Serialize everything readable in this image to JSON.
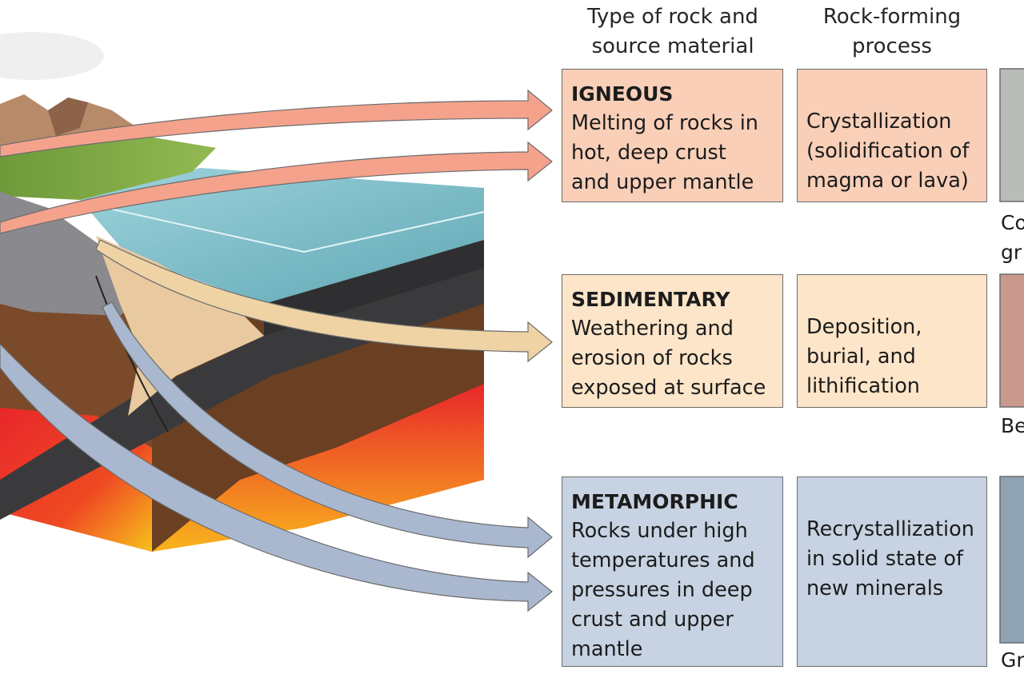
{
  "headers": {
    "type": [
      "Type of rock and",
      "source material"
    ],
    "process": [
      "Rock-forming",
      "process"
    ]
  },
  "rows": {
    "igneous": {
      "title": "IGNEOUS",
      "source": [
        "Melting of rocks in",
        "hot, deep crust",
        "and upper mantle"
      ],
      "process": [
        "Crystallization",
        "(solidification of",
        "magma or lava)"
      ],
      "caption": [
        "Co",
        "gr"
      ],
      "color": "#f9cfb8",
      "arrow_color": "#f4a28c"
    },
    "sedimentary": {
      "title": "SEDIMENTARY",
      "source": [
        "Weathering and",
        "erosion of rocks",
        "exposed at surface"
      ],
      "process": [
        "Deposition,",
        "burial, and",
        "lithification"
      ],
      "caption": [
        "Be"
      ],
      "color": "#fce5c8",
      "arrow_color": "#efd3a5"
    },
    "metamorphic": {
      "title": "METAMORPHIC",
      "source": [
        "Rocks under high",
        "temperatures and",
        "pressures in deep",
        "crust and upper",
        "mantle"
      ],
      "process": [
        "Recrystallization",
        "in solid state of",
        "new minerals"
      ],
      "caption": [
        "Gr"
      ],
      "color": "#c7d3e2",
      "arrow_color": "#a9b8cf"
    }
  }
}
